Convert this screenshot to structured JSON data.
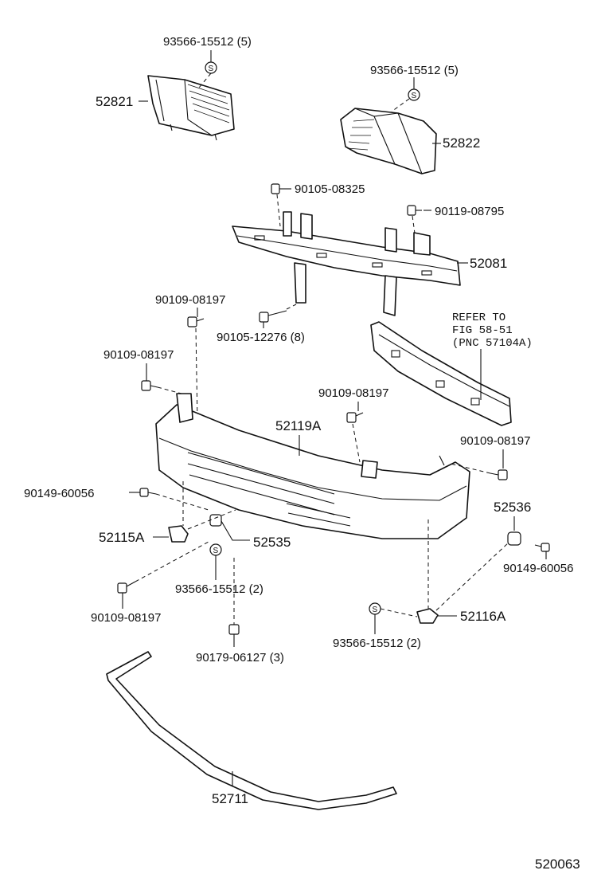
{
  "diagram": {
    "figure_number": "520063",
    "reference_note": {
      "line1": "REFER TO",
      "line2": "FIG 58-51",
      "line3": "(PNC 57104A)"
    },
    "labels": {
      "p52821": "52821",
      "p52822": "52822",
      "p93566_a": "93566-15512 (5)",
      "p93566_b": "93566-15512 (5)",
      "p90105_08325": "90105-08325",
      "p90119_08795": "90119-08795",
      "p52081": "52081",
      "p90109_08197_a": "90109-08197",
      "p90105_12276": "90105-12276 (8)",
      "p90109_08197_b": "90109-08197",
      "p90109_08197_c": "90109-08197",
      "p52119A": "52119A",
      "p90109_08197_d": "90109-08197",
      "p90149_60056_a": "90149-60056",
      "p52536": "52536",
      "p52115A": "52115A",
      "p52535": "52535",
      "p90149_60056_b": "90149-60056",
      "p93566_c": "93566-15512 (2)",
      "p90109_08197_e": "90109-08197",
      "p52116A": "52116A",
      "p93566_d": "93566-15512 (2)",
      "p90179_06127": "90179-06127 (3)",
      "p52711": "52711"
    },
    "symbol_letter": "S"
  }
}
